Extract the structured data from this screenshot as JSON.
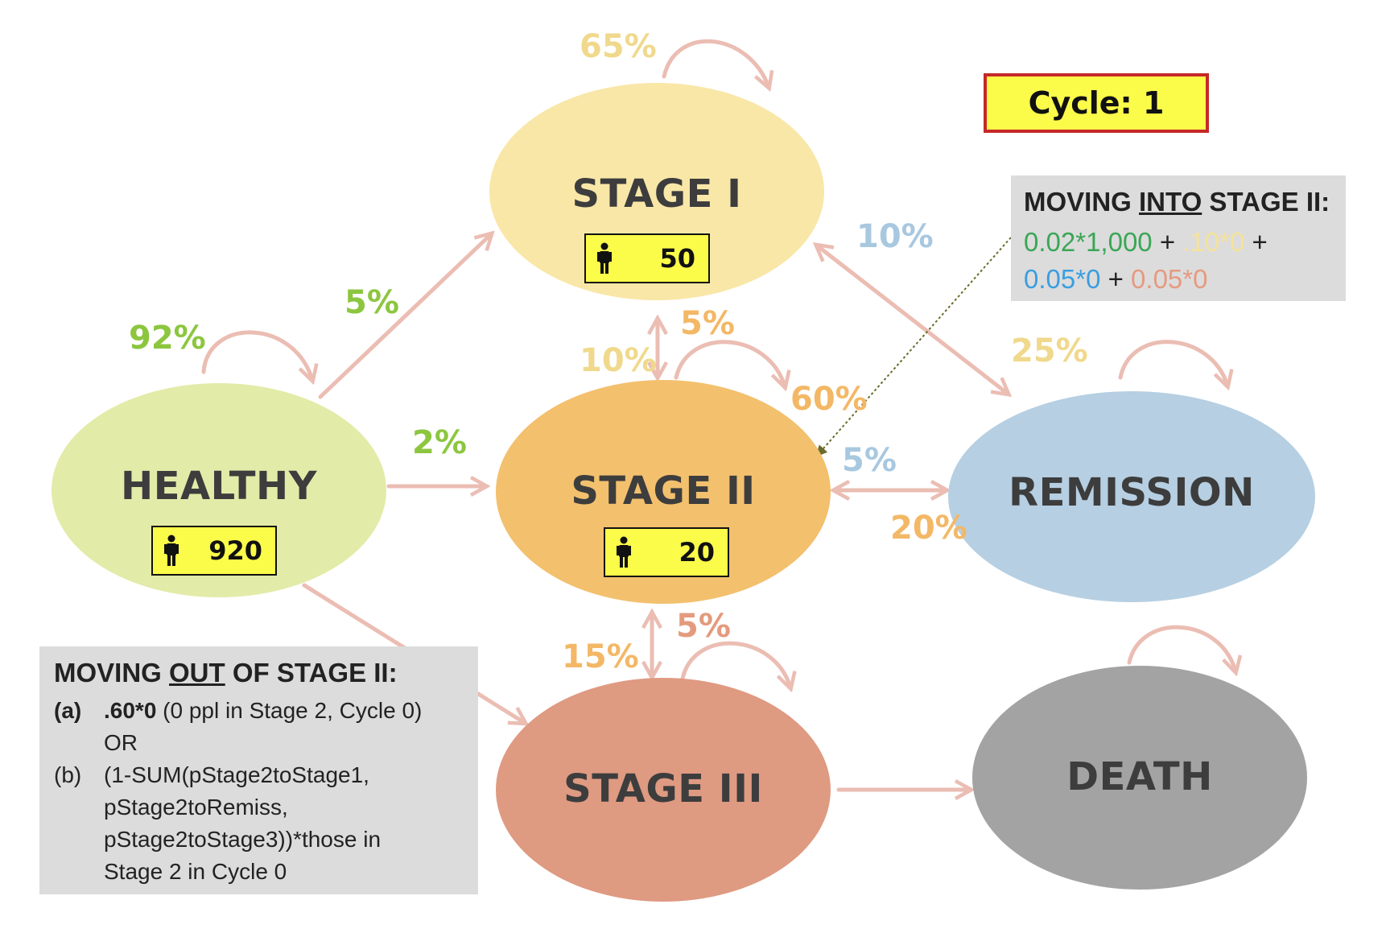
{
  "cycle": {
    "label": "Cycle: 1"
  },
  "nodes": {
    "healthy": {
      "label": "HEALTHY",
      "count": "920",
      "color": "#e3eba8"
    },
    "stage1": {
      "label": "STAGE I",
      "count": "50",
      "color": "#f9e7a8"
    },
    "stage2": {
      "label": "STAGE II",
      "count": "20",
      "color": "#f3c06e"
    },
    "stage3": {
      "label": "STAGE III",
      "count": "",
      "color": "#df9a82"
    },
    "remission": {
      "label": "REMISSION",
      "count": "",
      "color": "#b6cfe2"
    },
    "death": {
      "label": "DEATH",
      "count": "",
      "color": "#a3a3a3"
    }
  },
  "probabilities": {
    "healthy_stay": "92%",
    "healthy_to_stage1": "5%",
    "healthy_to_stage2": "2%",
    "stage1_stay": "65%",
    "stage1_to_stage2": "10%",
    "stage1_remission": "10%",
    "stage2_to_stage1": "5%",
    "stage2_stay": "60%",
    "stage2_to_remission": "20%",
    "remission_to_stage2": "5%",
    "remission_stay": "25%",
    "stage2_to_stage3": "15%",
    "stage3_to_stage2": "5%"
  },
  "colors": {
    "arrow": "#ebbdb3",
    "green_text": "#8cc63f",
    "yellow_text": "#f0d98c",
    "orange_text": "#f3b866",
    "blue_text": "#a8c8e0",
    "salmon_text": "#e39b7d",
    "pointer": "#6b6b2a"
  },
  "info_into": {
    "title_prefix": "MOVING ",
    "title_underlined": "INTO",
    "title_suffix": " STAGE II:",
    "term1": "0.02*1,000",
    "plus": " + ",
    "term2": ".10*0",
    "plus_end": " +",
    "term3": "0.05*0",
    "term4": "0.05*0"
  },
  "info_out": {
    "title_prefix": "MOVING ",
    "title_underlined": "OUT",
    "title_suffix": " OF STAGE II:",
    "a_key": "(a)",
    "a_formula": ".60*0",
    "a_text": " (0 ppl in Stage 2, Cycle 0)",
    "or": "OR",
    "b_key": "(b)",
    "b_line1": "(1-SUM(pStage2toStage1,",
    "b_line2": "pStage2toRemiss,",
    "b_line3": "pStage2toStage3))*those in",
    "b_line4": "Stage 2 in Cycle 0"
  }
}
